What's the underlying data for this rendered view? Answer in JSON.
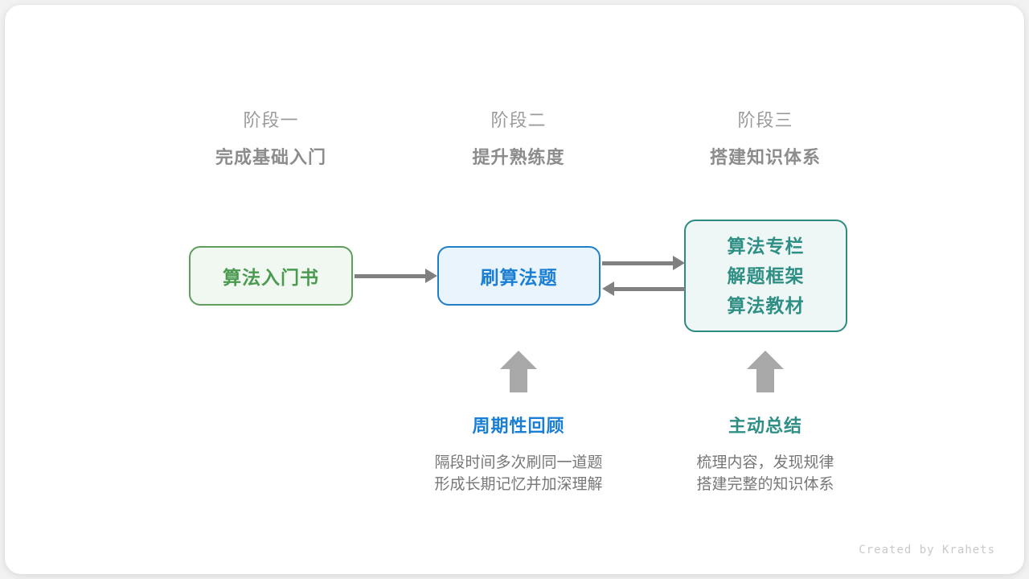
{
  "diagram": {
    "title_hidden": "",
    "stages": [
      {
        "label": "阶段一",
        "title": "完成基础入门"
      },
      {
        "label": "阶段二",
        "title": "提升熟练度"
      },
      {
        "label": "阶段三",
        "title": "搭建知识体系"
      }
    ],
    "nodes": [
      {
        "id": "book",
        "lines": [
          "算法入门书"
        ],
        "fill": "#f1f7f1",
        "border": "#5f9e5f",
        "text": "#4a9a50"
      },
      {
        "id": "practice",
        "lines": [
          "刷算法题"
        ],
        "fill": "#eaf4fc",
        "border": "#1f7fc8",
        "text": "#1a7fd4"
      },
      {
        "id": "knowledge",
        "lines": [
          "算法专栏",
          "解题框架",
          "算法教材"
        ],
        "fill": "#eef7f6",
        "border": "#2d8a81",
        "text": "#2f8f85"
      }
    ],
    "notes": [
      {
        "id": "review",
        "title": "周期性回顾",
        "body_line1": "隔段时间多次刷同一道题",
        "body_line2": "形成长期记忆并加深理解",
        "color": "#1a7fd4"
      },
      {
        "id": "summary",
        "title": "主动总结",
        "body_line1": "梳理内容，发现规律",
        "body_line2": "搭建完整的知识体系",
        "color": "#2f8f85"
      }
    ],
    "arrow_color": "#808080",
    "up_arrow_color": "#a8a8a8",
    "footer": "Created by Krahets"
  }
}
